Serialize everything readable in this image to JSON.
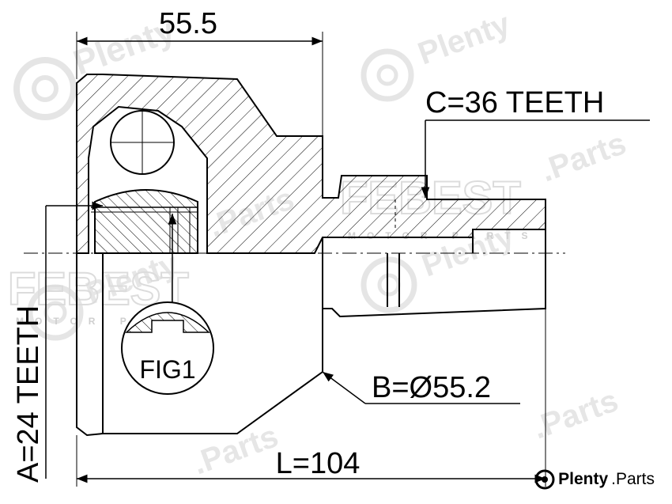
{
  "dimensions": {
    "top_length": "55.5",
    "c_teeth": "C=36 TEETH",
    "a_teeth": "A=24 TEETH",
    "b_diameter": "B=Ø55.2",
    "total_length": "L=104",
    "fig_label": "FIG1"
  },
  "watermarks": {
    "plenty": "Plenty",
    "parts": ".Parts",
    "febest": "FEBEST",
    "motor_parts": "MOTOR PARTS"
  },
  "brand": {
    "name": "Plenty",
    "suffix": ".Parts"
  }
}
